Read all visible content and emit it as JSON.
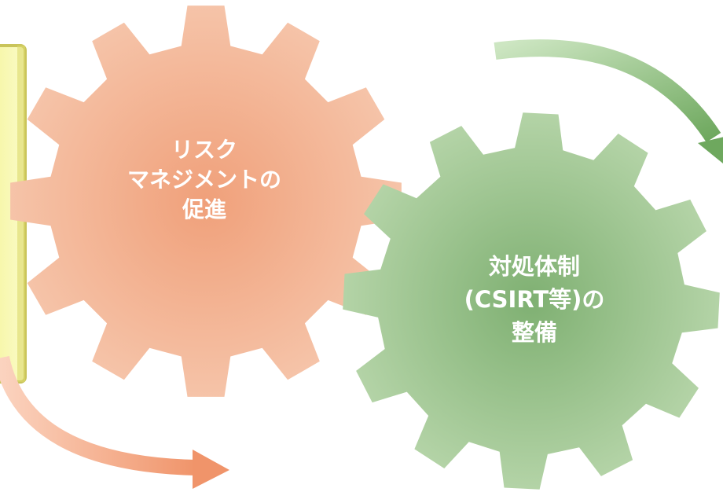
{
  "colors": {
    "orange_gear_center": "#f0a07a",
    "orange_gear_edge": "#f6c7ad",
    "green_gear_center": "#7fb072",
    "green_gear_edge": "#b9d7ac",
    "yellow_panel": "#f7f7a9",
    "yellow_panel_border": "#c9c45a",
    "orange_arrow": "#f0a07a",
    "green_arrow": "#8fc07f",
    "label_text": "#ffffff"
  },
  "gears": [
    {
      "id": "risk-management",
      "label_lines": [
        "リスク",
        "マネジメントの",
        "促進"
      ],
      "color": "orange"
    },
    {
      "id": "response-structure",
      "label_lines": [
        "対処体制",
        "(CSIRT等)の",
        "整備"
      ],
      "color": "green"
    }
  ],
  "arrows": [
    {
      "id": "orange-curved-arrow",
      "color": "orange"
    },
    {
      "id": "green-curved-arrow",
      "color": "green"
    }
  ]
}
